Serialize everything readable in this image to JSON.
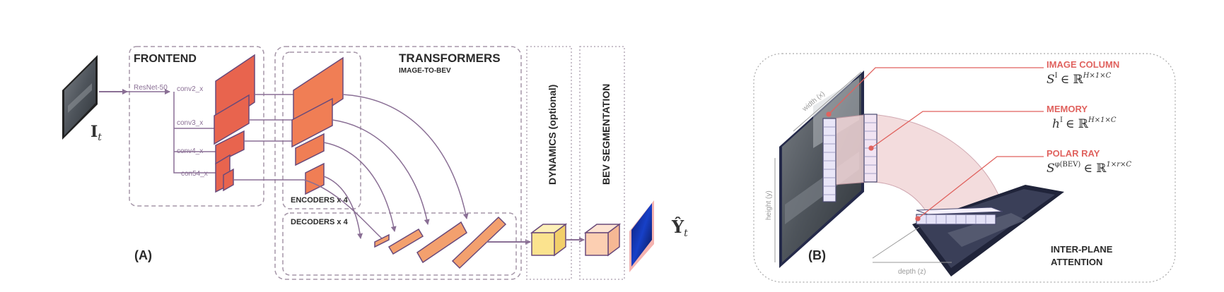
{
  "panel_a": {
    "label": "(A)",
    "input_label": "I",
    "input_sub": "t",
    "frontend_title": "FRONTEND",
    "backbone": "ResNet-50",
    "conv_labels": [
      "conv2_x",
      "conv3_x",
      "conv4_x",
      "con54_x"
    ],
    "transformers_title": "TRANSFORMERS",
    "transformers_subtitle": "IMAGE-TO-BEV",
    "encoders_label": "ENCODERS x 4",
    "decoders_label": "DECODERS x 4",
    "dynamics_label": "DYNAMICS (optional)",
    "bev_label": "BEV SEGMENTATION",
    "output_label": "Ŷ",
    "output_sub": "t"
  },
  "panel_b": {
    "label": "(B)",
    "width_axis": "width (x)",
    "height_axis": "height (y)",
    "depth_axis": "depth (z)",
    "image_column_title": "IMAGE COLUMN",
    "image_column_math": "S",
    "image_column_sup": "I",
    "image_column_space": "∈ ℝ",
    "image_column_dims": "H×1×C",
    "memory_title": "MEMORY",
    "memory_math": "h",
    "memory_sup": "I",
    "memory_space": "∈ ℝ",
    "memory_dims": "H×1×C",
    "polar_title": "POLAR RAY",
    "polar_math": "S",
    "polar_sup": "φ(BEV)",
    "polar_space": "∈ ℝ",
    "polar_dims": "1×r×C",
    "attention_line1": "INTER-PLANE",
    "attention_line2": "ATTENTION"
  },
  "colors": {
    "frame_dash": "#a596a8",
    "arrow": "#8a6f95",
    "feature_red": "#e8644e",
    "feature_orange": "#f3a06e",
    "encoder_orange": "#f07e55",
    "dynamics_yellow": "#fbe38e",
    "bev_peach": "#fccfb2",
    "pink_label": "#e0625e"
  }
}
